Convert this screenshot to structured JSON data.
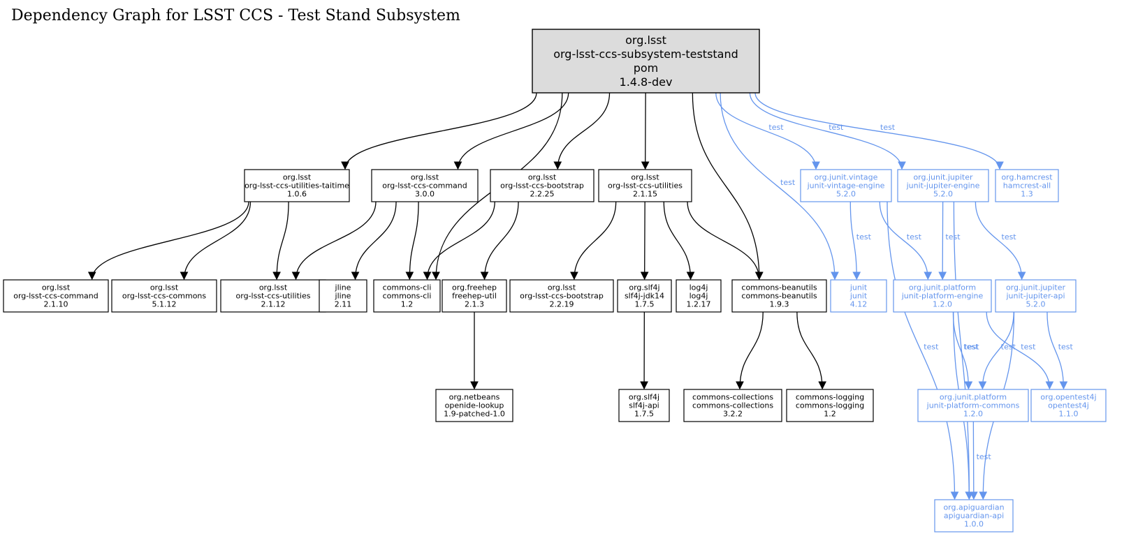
{
  "title": "Dependency Graph for LSST CCS - Test Stand Subsystem",
  "colors": {
    "compile": "#000000",
    "test": "#6495ed",
    "root_fill": "#dcdcdc"
  },
  "nodes": [
    {
      "id": "root",
      "scope": "root",
      "lines": [
        "org.lsst",
        "org-lsst-ccs-subsystem-teststand",
        "pom",
        "1.4.8-dev"
      ]
    },
    {
      "id": "taitime",
      "scope": "compile",
      "lines": [
        "org.lsst",
        "org-lsst-ccs-utilities-taitime",
        "1.0.6"
      ]
    },
    {
      "id": "cmd300",
      "scope": "compile",
      "lines": [
        "org.lsst",
        "org-lsst-ccs-command",
        "3.0.0"
      ]
    },
    {
      "id": "boot2225",
      "scope": "compile",
      "lines": [
        "org.lsst",
        "org-lsst-ccs-bootstrap",
        "2.2.25"
      ]
    },
    {
      "id": "util2115",
      "scope": "compile",
      "lines": [
        "org.lsst",
        "org-lsst-ccs-utilities",
        "2.1.15"
      ]
    },
    {
      "id": "vintage",
      "scope": "test",
      "lines": [
        "org.junit.vintage",
        "junit-vintage-engine",
        "5.2.0"
      ]
    },
    {
      "id": "jupeng",
      "scope": "test",
      "lines": [
        "org.junit.jupiter",
        "junit-jupiter-engine",
        "5.2.0"
      ]
    },
    {
      "id": "hamcrest",
      "scope": "test",
      "lines": [
        "org.hamcrest",
        "hamcrest-all",
        "1.3"
      ]
    },
    {
      "id": "cmd2110",
      "scope": "compile",
      "lines": [
        "org.lsst",
        "org-lsst-ccs-command",
        "2.1.10"
      ]
    },
    {
      "id": "commons5112",
      "scope": "compile",
      "lines": [
        "org.lsst",
        "org-lsst-ccs-commons",
        "5.1.12"
      ]
    },
    {
      "id": "util2112",
      "scope": "compile",
      "lines": [
        "org.lsst",
        "org-lsst-ccs-utilities",
        "2.1.12"
      ]
    },
    {
      "id": "jline",
      "scope": "compile",
      "lines": [
        "jline",
        "jline",
        "2.11"
      ]
    },
    {
      "id": "cli",
      "scope": "compile",
      "lines": [
        "commons-cli",
        "commons-cli",
        "1.2"
      ]
    },
    {
      "id": "freehep",
      "scope": "compile",
      "lines": [
        "org.freehep",
        "freehep-util",
        "2.1.3"
      ]
    },
    {
      "id": "boot2219",
      "scope": "compile",
      "lines": [
        "org.lsst",
        "org-lsst-ccs-bootstrap",
        "2.2.19"
      ]
    },
    {
      "id": "slf4jjdk",
      "scope": "compile",
      "lines": [
        "org.slf4j",
        "slf4j-jdk14",
        "1.7.5"
      ]
    },
    {
      "id": "log4j",
      "scope": "compile",
      "lines": [
        "log4j",
        "log4j",
        "1.2.17"
      ]
    },
    {
      "id": "beanutils",
      "scope": "compile",
      "lines": [
        "commons-beanutils",
        "commons-beanutils",
        "1.9.3"
      ]
    },
    {
      "id": "junit",
      "scope": "test",
      "lines": [
        "junit",
        "junit",
        "4.12"
      ]
    },
    {
      "id": "plateng",
      "scope": "test",
      "lines": [
        "org.junit.platform",
        "junit-platform-engine",
        "1.2.0"
      ]
    },
    {
      "id": "jupapi",
      "scope": "test",
      "lines": [
        "org.junit.jupiter",
        "junit-jupiter-api",
        "5.2.0"
      ]
    },
    {
      "id": "openide",
      "scope": "compile",
      "lines": [
        "org.netbeans",
        "openide-lookup",
        "1.9-patched-1.0"
      ]
    },
    {
      "id": "slf4japi",
      "scope": "compile",
      "lines": [
        "org.slf4j",
        "slf4j-api",
        "1.7.5"
      ]
    },
    {
      "id": "collections",
      "scope": "compile",
      "lines": [
        "commons-collections",
        "commons-collections",
        "3.2.2"
      ]
    },
    {
      "id": "logging",
      "scope": "compile",
      "lines": [
        "commons-logging",
        "commons-logging",
        "1.2"
      ]
    },
    {
      "id": "platcommons",
      "scope": "test",
      "lines": [
        "org.junit.platform",
        "junit-platform-commons",
        "1.2.0"
      ]
    },
    {
      "id": "opentest",
      "scope": "test",
      "lines": [
        "org.opentest4j",
        "opentest4j",
        "1.1.0"
      ]
    },
    {
      "id": "apiguardian",
      "scope": "test",
      "lines": [
        "org.apiguardian",
        "apiguardian-api",
        "1.0.0"
      ]
    }
  ],
  "edges": [
    {
      "from": "root",
      "to": "taitime",
      "scope": "compile"
    },
    {
      "from": "root",
      "to": "cmd300",
      "scope": "compile"
    },
    {
      "from": "root",
      "to": "cli",
      "scope": "compile"
    },
    {
      "from": "root",
      "to": "boot2225",
      "scope": "compile"
    },
    {
      "from": "root",
      "to": "util2115",
      "scope": "compile"
    },
    {
      "from": "root",
      "to": "beanutils",
      "scope": "compile"
    },
    {
      "from": "root",
      "to": "junit",
      "scope": "test",
      "label": "test"
    },
    {
      "from": "root",
      "to": "vintage",
      "scope": "test",
      "label": "test"
    },
    {
      "from": "root",
      "to": "jupeng",
      "scope": "test",
      "label": "test"
    },
    {
      "from": "root",
      "to": "hamcrest",
      "scope": "test",
      "label": "test"
    },
    {
      "from": "taitime",
      "to": "cmd2110",
      "scope": "compile"
    },
    {
      "from": "taitime",
      "to": "commons5112",
      "scope": "compile"
    },
    {
      "from": "taitime",
      "to": "util2112",
      "scope": "compile"
    },
    {
      "from": "cmd300",
      "to": "util2112",
      "scope": "compile"
    },
    {
      "from": "cmd300",
      "to": "jline",
      "scope": "compile"
    },
    {
      "from": "cmd300",
      "to": "cli",
      "scope": "compile"
    },
    {
      "from": "boot2225",
      "to": "cli",
      "scope": "compile"
    },
    {
      "from": "boot2225",
      "to": "freehep",
      "scope": "compile"
    },
    {
      "from": "util2115",
      "to": "boot2219",
      "scope": "compile"
    },
    {
      "from": "util2115",
      "to": "slf4jjdk",
      "scope": "compile"
    },
    {
      "from": "util2115",
      "to": "log4j",
      "scope": "compile"
    },
    {
      "from": "util2115",
      "to": "beanutils",
      "scope": "compile"
    },
    {
      "from": "freehep",
      "to": "openide",
      "scope": "compile"
    },
    {
      "from": "slf4jjdk",
      "to": "slf4japi",
      "scope": "compile"
    },
    {
      "from": "beanutils",
      "to": "collections",
      "scope": "compile"
    },
    {
      "from": "beanutils",
      "to": "logging",
      "scope": "compile"
    },
    {
      "from": "vintage",
      "to": "junit",
      "scope": "test",
      "label": "test"
    },
    {
      "from": "vintage",
      "to": "plateng",
      "scope": "test",
      "label": "test"
    },
    {
      "from": "vintage",
      "to": "apiguardian",
      "scope": "test",
      "label": "test"
    },
    {
      "from": "jupeng",
      "to": "plateng",
      "scope": "test",
      "label": "test"
    },
    {
      "from": "jupeng",
      "to": "jupapi",
      "scope": "test",
      "label": "test"
    },
    {
      "from": "jupeng",
      "to": "apiguardian",
      "scope": "test",
      "label": "test"
    },
    {
      "from": "plateng",
      "to": "platcommons",
      "scope": "test",
      "label": "test"
    },
    {
      "from": "plateng",
      "to": "opentest",
      "scope": "test",
      "label": "test"
    },
    {
      "from": "plateng",
      "to": "apiguardian",
      "scope": "test",
      "label": "test"
    },
    {
      "from": "jupapi",
      "to": "platcommons",
      "scope": "test",
      "label": "test"
    },
    {
      "from": "jupapi",
      "to": "opentest",
      "scope": "test",
      "label": "test"
    },
    {
      "from": "jupapi",
      "to": "apiguardian",
      "scope": "test",
      "label": "test"
    },
    {
      "from": "platcommons",
      "to": "apiguardian",
      "scope": "test",
      "label": "test"
    }
  ]
}
